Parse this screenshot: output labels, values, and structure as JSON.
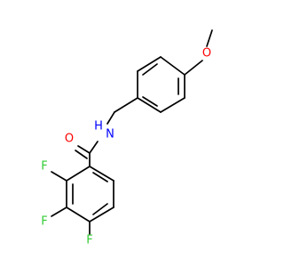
{
  "molecule": {
    "atoms": {
      "oxygen_carbonyl": {
        "symbol": "O",
        "color": "#ff0000"
      },
      "oxygen_methoxy": {
        "symbol": "O",
        "color": "#ff0000"
      },
      "nitrogen_amide": {
        "symbol": "N",
        "color": "#0000ff"
      },
      "hydrogen_amide": {
        "symbol": "H",
        "color": "#0000ff"
      },
      "fluorine_2": {
        "symbol": "F",
        "color": "#33cc33"
      },
      "fluorine_3": {
        "symbol": "F",
        "color": "#33cc33"
      },
      "fluorine_4": {
        "symbol": "F",
        "color": "#33cc33"
      }
    }
  }
}
